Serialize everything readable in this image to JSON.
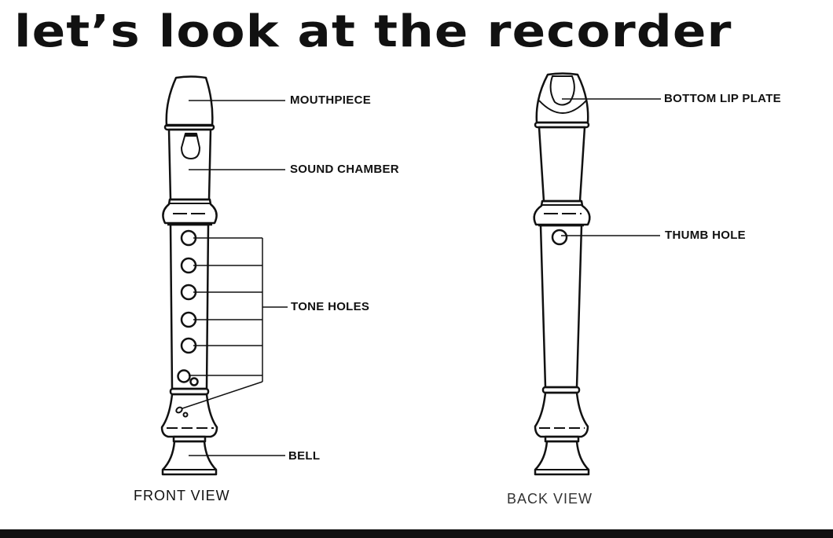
{
  "title": "let’s look at the recorder",
  "front": {
    "caption": "FRONT VIEW",
    "labels": {
      "mouthpiece": "MOUTHPIECE",
      "sound_chamber": "SOUND CHAMBER",
      "tone_holes": "TONE HOLES",
      "bell": "BELL"
    }
  },
  "back": {
    "caption": "BACK VIEW",
    "labels": {
      "bottom_lip_plate": "BOTTOM LIP PLATE",
      "thumb_hole": "THUMB HOLE"
    }
  }
}
